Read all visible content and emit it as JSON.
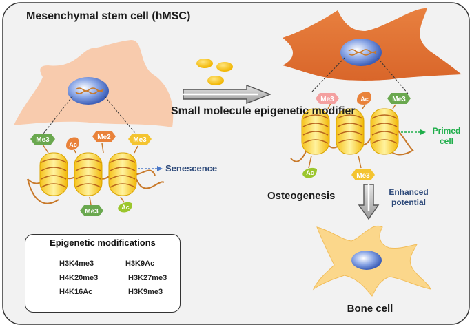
{
  "title": "Mesenchymal stem cell (hMSC)",
  "modifier_label": "Small molecule epigenetic modifier",
  "senescence_label": "Senescence",
  "primed_label": "Primed cell",
  "osteogenesis_label": "Osteogenesis",
  "enhanced_label": "Enhanced potential",
  "bone_cell_label": "Bone cell",
  "badges": {
    "me3": "Me3",
    "me2": "Me2",
    "ac": "Ac"
  },
  "legend": {
    "title": "Epigenetic modifications",
    "items": [
      {
        "label": "H3K4me3",
        "shape": "green-hexagon"
      },
      {
        "label": "H3K9Ac",
        "shape": "green-drop"
      },
      {
        "label": "H4K20me3",
        "shape": "orange-hexagon"
      },
      {
        "label": "H3K27me3",
        "shape": "yellow-hexagon"
      },
      {
        "label": "H4K16Ac",
        "shape": "orange-drop"
      },
      {
        "label": "H3K9me3",
        "shape": "pink-hexagon"
      }
    ]
  },
  "colors": {
    "panel_bg": "#f2f2f2",
    "cell_left": "#f8cbad",
    "cell_right": "#e07a3a",
    "bone_cell": "#fbd78b",
    "nucleus": "#6f8fdc",
    "histone": "#f5d22e",
    "dna": "#c8792a",
    "green": "#6aa84f",
    "orange": "#e9823a",
    "yellow": "#f4c430",
    "pink": "#f4a0a0",
    "blue_text": "#2e4a7a",
    "green_text": "#1fae4a"
  }
}
